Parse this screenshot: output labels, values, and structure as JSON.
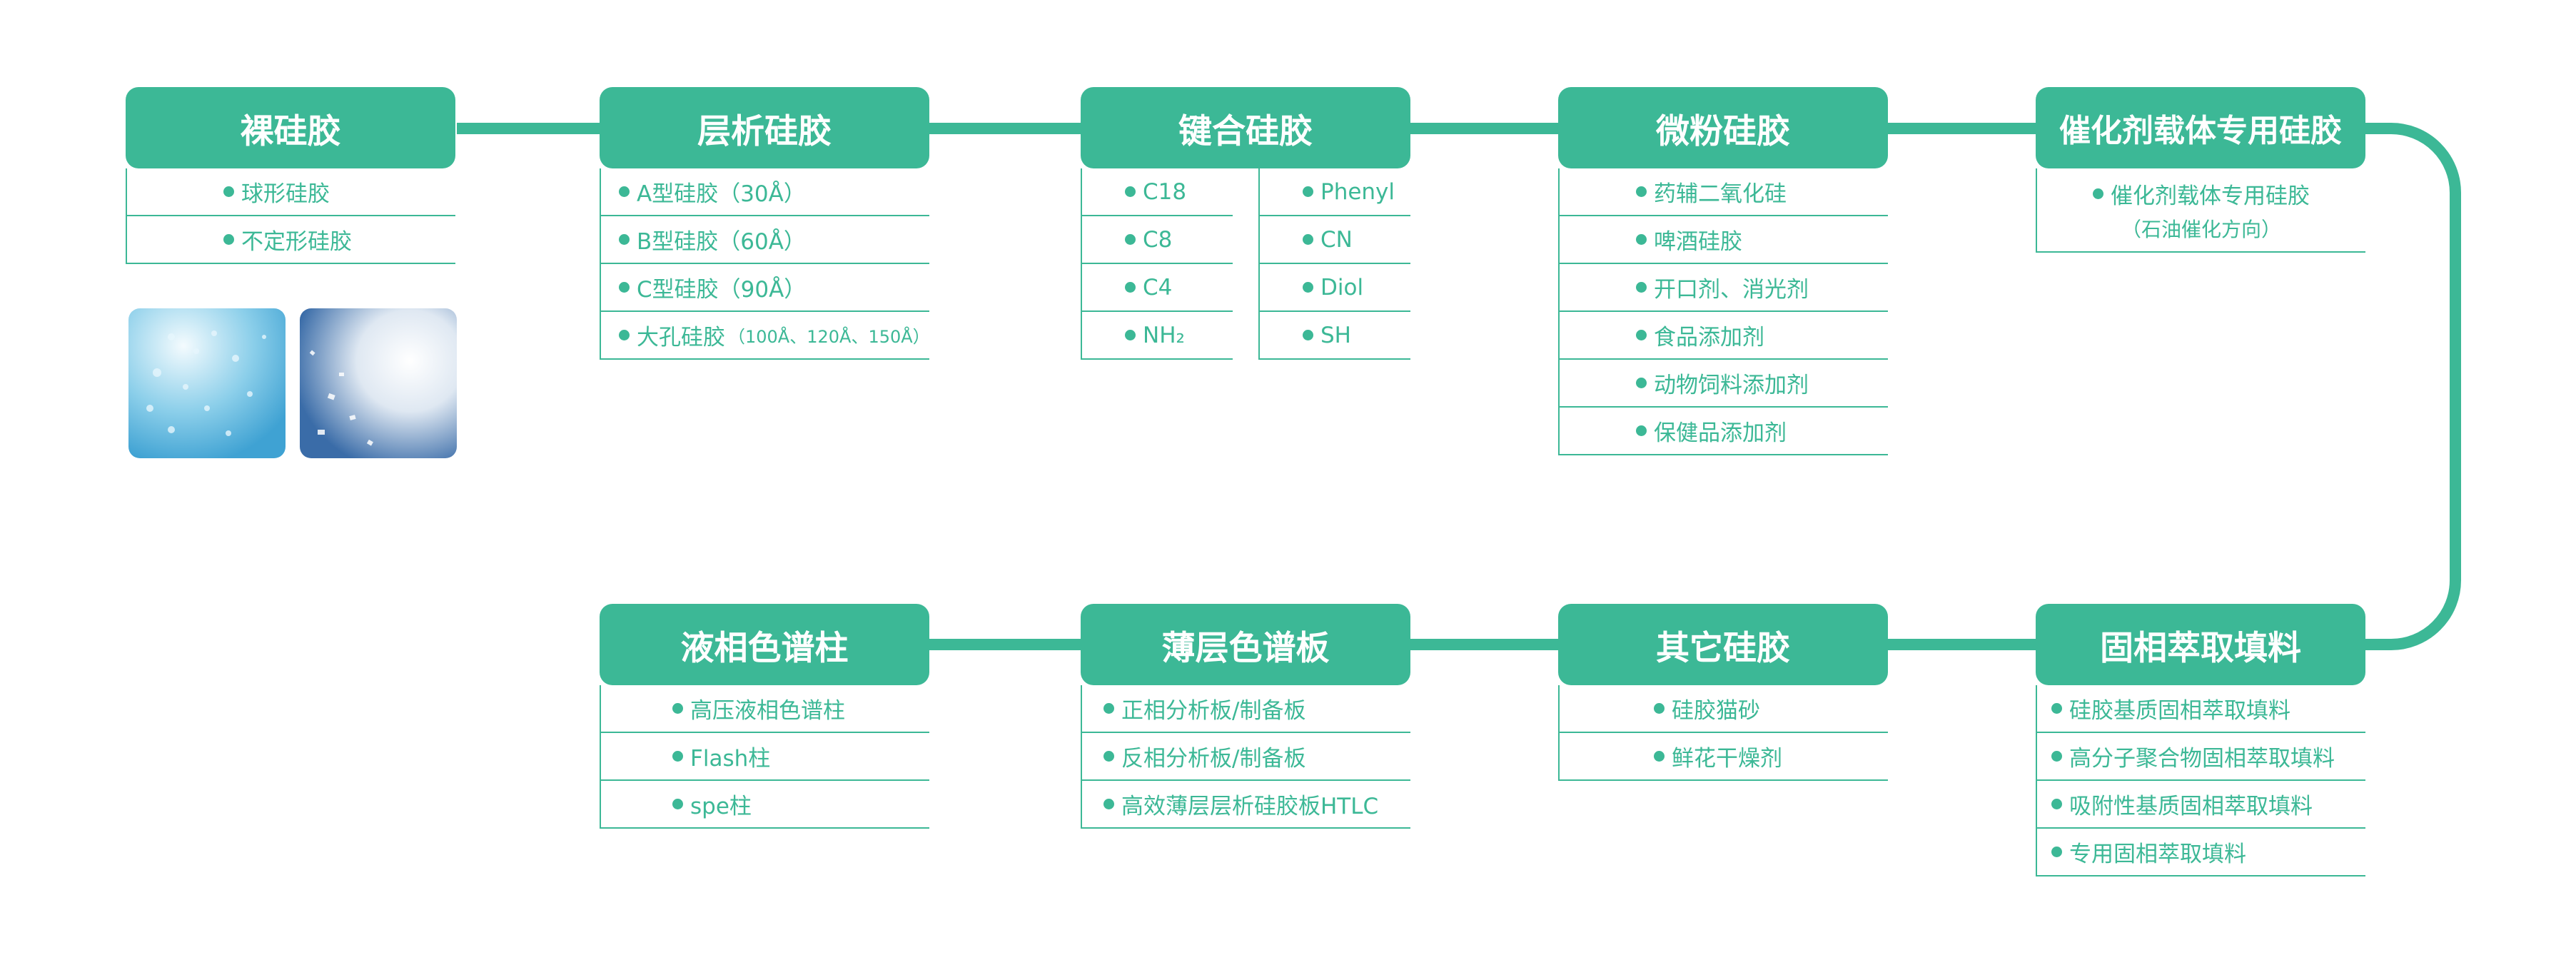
{
  "colors": {
    "accent": "#3cb896",
    "photo_blue": "#3fa2d3",
    "photo_navy": "#3a6ca8"
  },
  "cards": {
    "bare": {
      "title": "裸硅胶",
      "items": [
        "球形硅胶",
        "不定形硅胶"
      ]
    },
    "chromatography": {
      "title": "层析硅胶",
      "items": [
        {
          "main": "A型硅胶（30Å）",
          "sub": ""
        },
        {
          "main": "B型硅胶（60Å）",
          "sub": ""
        },
        {
          "main": "C型硅胶（90Å）",
          "sub": ""
        },
        {
          "main": "大孔硅胶",
          "sub": "（100Å、120Å、150Å）"
        }
      ]
    },
    "bonded": {
      "title": "键合硅胶",
      "left": [
        "C18",
        "C8",
        "C4",
        "NH₂"
      ],
      "right": [
        "Phenyl",
        "CN",
        "Diol",
        "SH"
      ]
    },
    "micropowder": {
      "title": "微粉硅胶",
      "items": [
        "药辅二氧化硅",
        "啤酒硅胶",
        "开口剂、消光剂",
        "食品添加剂",
        "动物饲料添加剂",
        "保健品添加剂"
      ]
    },
    "catalyst": {
      "title": "催化剂载体专用硅胶",
      "item_main": "催化剂载体专用硅胶",
      "item_sub": "（石油催化方向）"
    },
    "spe": {
      "title": "固相萃取填料",
      "items": [
        "硅胶基质固相萃取填料",
        "高分子聚合物固相萃取填料",
        "吸附性基质固相萃取填料",
        "专用固相萃取填料"
      ]
    },
    "other": {
      "title": "其它硅胶",
      "items": [
        "硅胶猫砂",
        "鲜花干燥剂"
      ]
    },
    "tlc": {
      "title": "薄层色谱板",
      "items": [
        "正相分析板/制备板",
        "反相分析板/制备板",
        "高效薄层层析硅胶板HTLC"
      ]
    },
    "lc": {
      "title": "液相色谱柱",
      "items": [
        "高压液相色谱柱",
        "Flash柱",
        "spe柱"
      ]
    }
  }
}
